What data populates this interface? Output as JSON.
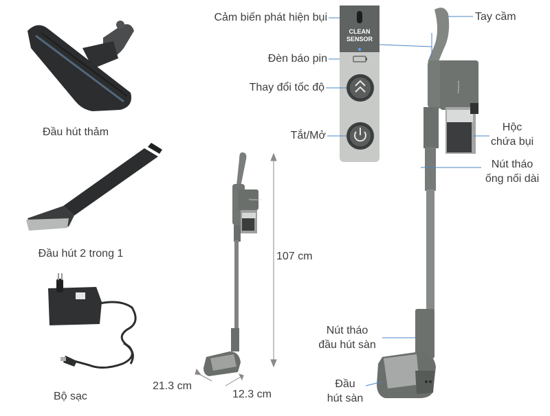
{
  "accessories": {
    "carpet_head": "Đầu hút thảm",
    "crevice_tool": "Đầu hút 2 trong 1",
    "charger": "Bộ sạc"
  },
  "dimensions": {
    "height": "107 cm",
    "depth": "21.3 cm",
    "width": "12.3 cm"
  },
  "control_panel": {
    "sensor_text_1": "CLEAN",
    "sensor_text_2": "SENSOR",
    "dust_sensor": "Cảm biến phát hiện bụi",
    "battery_light": "Đèn báo pin",
    "speed_change": "Thay đổi tốc độ",
    "power": "Tắt/Mở"
  },
  "callouts": {
    "handle": "Tay cầm",
    "dust_box_1": "Hộc",
    "dust_box_2": "chứa bụi",
    "pipe_release_1": "Nút tháo",
    "pipe_release_2": "ống nối dài",
    "head_release_1": "Nút tháo",
    "head_release_2": "đầu hút sàn",
    "floor_head_1": "Đầu",
    "floor_head_2": "hút sàn"
  },
  "brand_text": "Panasonic",
  "colors": {
    "body": "#6f7370",
    "panel": "#c8cac8",
    "leader_line": "#4a86c5",
    "text": "#3d3d3d"
  }
}
